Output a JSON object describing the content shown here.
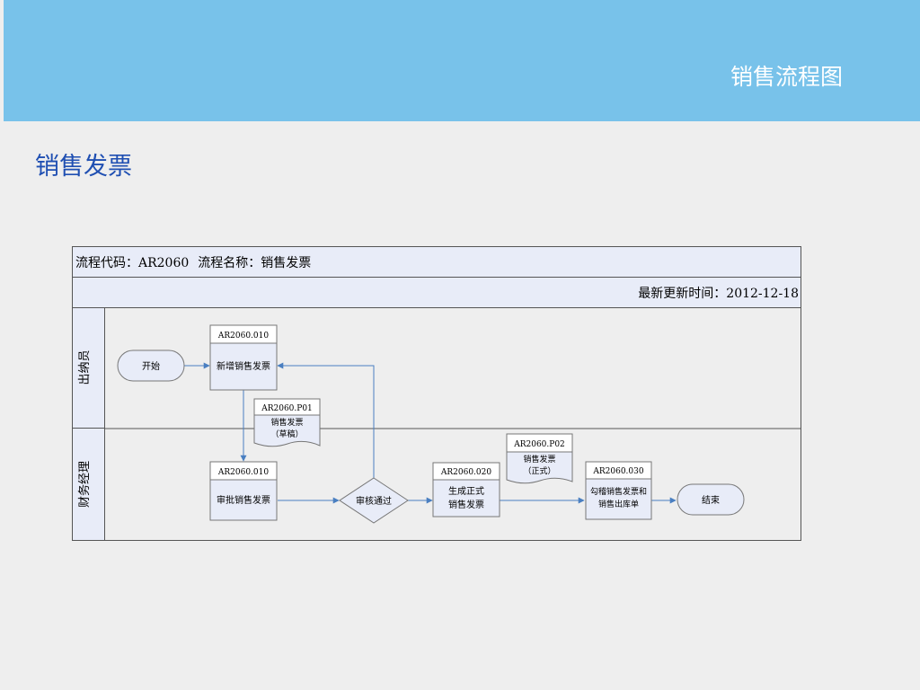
{
  "slide": {
    "title": "销售流程图",
    "section_title": "销售发票"
  },
  "header": {
    "code_label": "流程代码：",
    "code": "AR2060",
    "name_label": "流程名称：",
    "name": "销售发票",
    "update_label": "最新更新时间：",
    "update_date": "2012-12-18"
  },
  "lanes": [
    {
      "name": "出纳员"
    },
    {
      "name": "财务经理"
    }
  ],
  "nodes": {
    "start": {
      "label": "开始"
    },
    "new_invoice": {
      "code": "AR2060.010",
      "label": "新增销售发票"
    },
    "draft_doc": {
      "code": "AR2060.P01",
      "line1": "销售发票",
      "line2": "（草稿）"
    },
    "approve": {
      "code": "AR2060.010",
      "label": "审批销售发票"
    },
    "decision": {
      "label": "审核通过"
    },
    "generate": {
      "code": "AR2060.020",
      "line1": "生成正式",
      "line2": "销售发票"
    },
    "formal_doc": {
      "code": "AR2060.P02",
      "line1": "销售发票",
      "line2": "（正式）"
    },
    "match": {
      "code": "AR2060.030",
      "line1": "勾稽销售发票和",
      "line2": "销售出库单"
    },
    "end": {
      "label": "结束"
    }
  }
}
